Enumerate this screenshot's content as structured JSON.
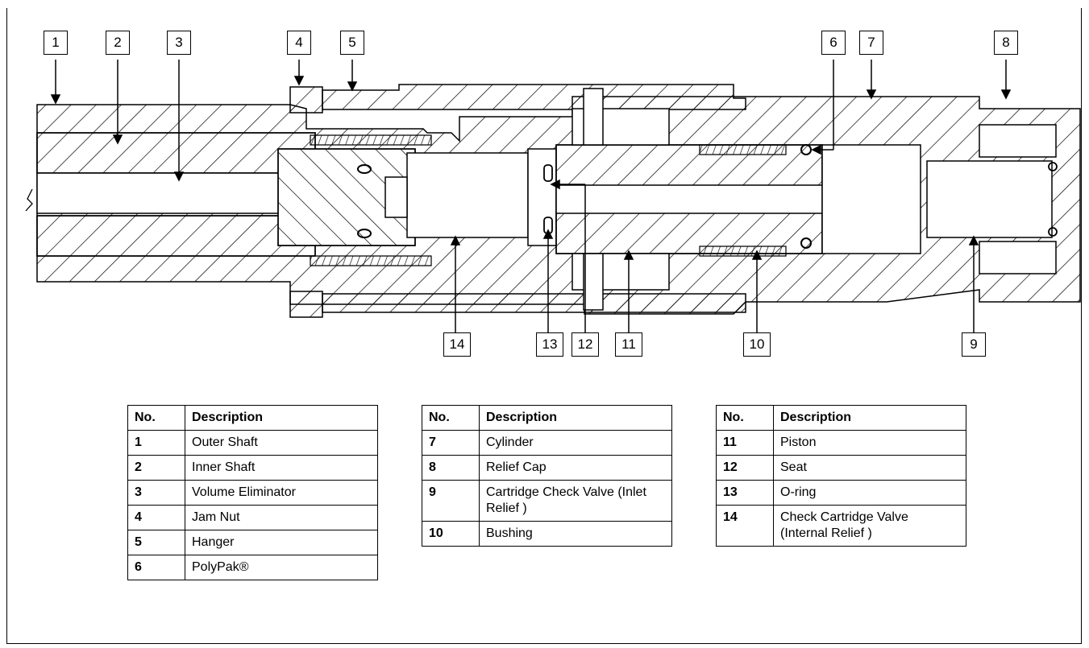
{
  "diagram": {
    "callouts": [
      {
        "num": "1"
      },
      {
        "num": "2"
      },
      {
        "num": "3"
      },
      {
        "num": "4"
      },
      {
        "num": "5"
      },
      {
        "num": "6"
      },
      {
        "num": "7"
      },
      {
        "num": "8"
      },
      {
        "num": "14"
      },
      {
        "num": "13"
      },
      {
        "num": "12"
      },
      {
        "num": "11"
      },
      {
        "num": "10"
      },
      {
        "num": "9"
      }
    ]
  },
  "tables": [
    {
      "header": {
        "no": "No.",
        "desc": "Description"
      },
      "rows": [
        {
          "no": "1",
          "desc": "Outer Shaft"
        },
        {
          "no": "2",
          "desc": "Inner Shaft"
        },
        {
          "no": "3",
          "desc": "Volume Eliminator"
        },
        {
          "no": "4",
          "desc": "Jam Nut"
        },
        {
          "no": "5",
          "desc": "Hanger"
        },
        {
          "no": "6",
          "desc": "PolyPak®"
        }
      ]
    },
    {
      "header": {
        "no": "No.",
        "desc": "Description"
      },
      "rows": [
        {
          "no": "7",
          "desc": "Cylinder"
        },
        {
          "no": "8",
          "desc": "Relief Cap"
        },
        {
          "no": "9",
          "desc": "Cartridge Check Valve (Inlet Relief )"
        },
        {
          "no": "10",
          "desc": "Bushing"
        }
      ]
    },
    {
      "header": {
        "no": "No.",
        "desc": "Description"
      },
      "rows": [
        {
          "no": "11",
          "desc": "Piston"
        },
        {
          "no": "12",
          "desc": "Seat"
        },
        {
          "no": "13",
          "desc": "O-ring"
        },
        {
          "no": "14",
          "desc": "Check Cartridge Valve (Internal Relief )"
        }
      ]
    }
  ]
}
